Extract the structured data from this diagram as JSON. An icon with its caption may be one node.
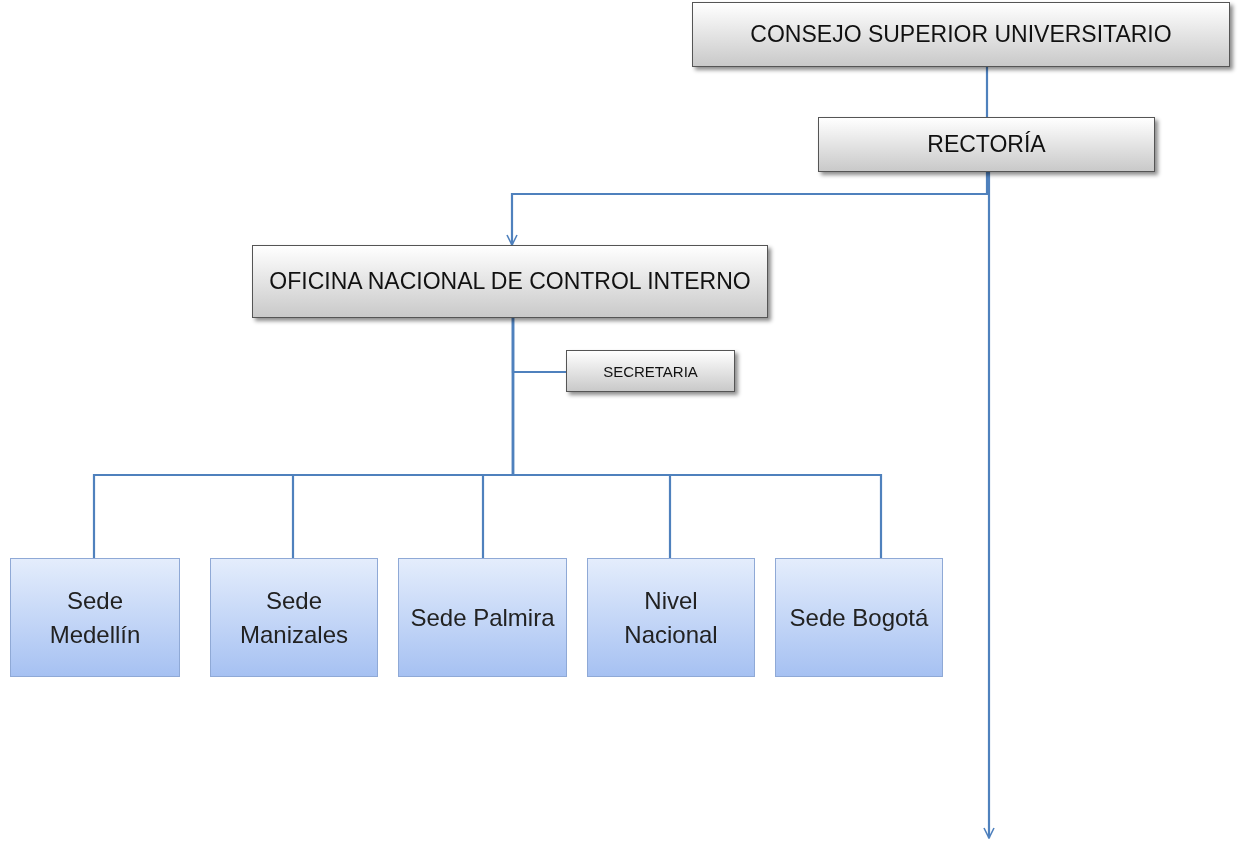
{
  "diagram": {
    "nodes": [
      {
        "text": [
          "CONSEJO SUPERIOR UNIVERSITARIO"
        ]
      },
      {
        "text": [
          "RECTORÍA"
        ]
      },
      {
        "text": [
          "OFICINA NACIONAL DE CONTROL INTERNO"
        ]
      },
      {
        "text": [
          "SECRETARIA"
        ]
      },
      {
        "text": [
          "Sede Medellín"
        ]
      },
      {
        "text": [
          "Sede Manizales"
        ]
      },
      {
        "text": [
          "Sede Palmira"
        ]
      },
      {
        "text": [
          "Nivel Nacional"
        ]
      },
      {
        "text": [
          "Sede Bogotá"
        ]
      }
    ],
    "edges": [
      {
        "from": 0,
        "to": 1,
        "arrow": "none"
      },
      {
        "from": 1,
        "to": 2,
        "arrow": "to"
      },
      {
        "from": 1,
        "to": null,
        "arrow": "to"
      },
      {
        "from": 2,
        "to": 3,
        "arrow": "none"
      },
      {
        "from": 2,
        "to": 4,
        "arrow": "none"
      },
      {
        "from": 2,
        "to": 5,
        "arrow": "none"
      },
      {
        "from": 2,
        "to": 6,
        "arrow": "none"
      },
      {
        "from": 2,
        "to": 7,
        "arrow": "none"
      },
      {
        "from": 2,
        "to": 8,
        "arrow": "none"
      }
    ]
  }
}
